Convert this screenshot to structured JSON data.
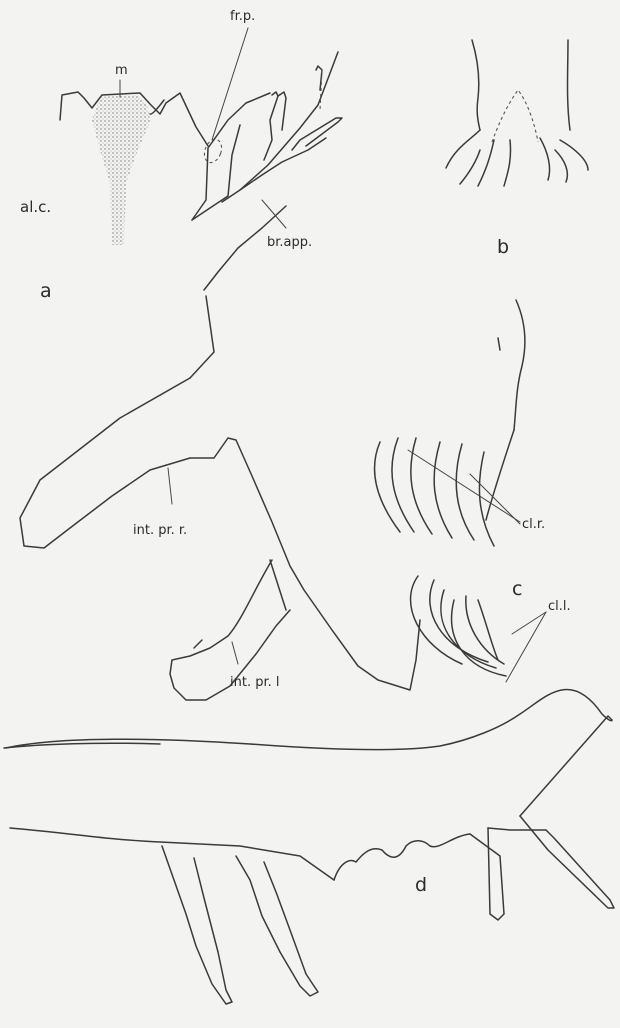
{
  "figure": {
    "labels": {
      "m": "m",
      "fr_p": "fr.p.",
      "al_c": "al.c.",
      "br_app": "br.app.",
      "int_pr_r": "int. pr. r.",
      "int_pr_l": "int. pr. l",
      "cl_r": "cl.r.",
      "cl_l": "cl.l."
    },
    "panels": {
      "a": "a",
      "b": "b",
      "c": "c",
      "d": "d"
    }
  }
}
